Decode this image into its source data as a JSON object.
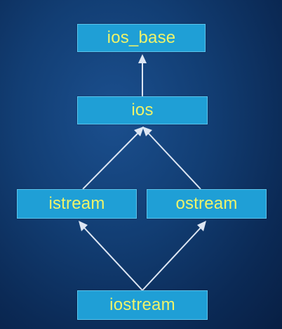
{
  "diagram": {
    "nodes": [
      {
        "id": "ios_base",
        "label": "ios_base"
      },
      {
        "id": "ios",
        "label": "ios"
      },
      {
        "id": "istream",
        "label": "istream"
      },
      {
        "id": "ostream",
        "label": "ostream"
      },
      {
        "id": "iostream",
        "label": "iostream"
      }
    ],
    "edges": [
      {
        "from": "ios",
        "to": "ios_base"
      },
      {
        "from": "istream",
        "to": "ios"
      },
      {
        "from": "ostream",
        "to": "ios"
      },
      {
        "from": "iostream",
        "to": "istream"
      },
      {
        "from": "iostream",
        "to": "ostream"
      }
    ],
    "colors": {
      "node_fill": "#1f9fd6",
      "node_text": "#eef36a",
      "edge": "#dde6f3",
      "background": "#123e74"
    }
  }
}
